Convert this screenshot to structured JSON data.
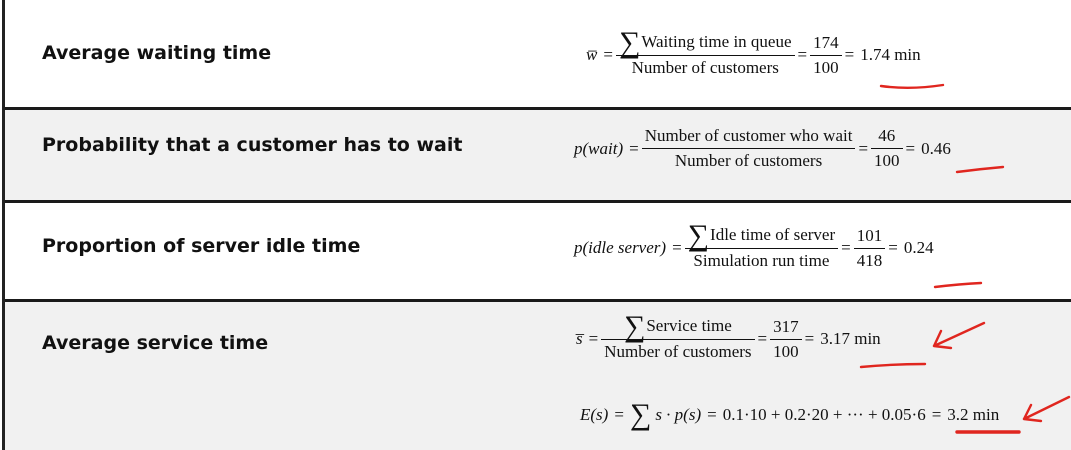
{
  "rows": [
    {
      "label": "Average waiting time",
      "lhs": "w̅",
      "sum": "∑",
      "numerator": "Waiting time in queue",
      "denominator": "Number of customers",
      "num_value": "174",
      "den_value": "100",
      "result": "1.74 min"
    },
    {
      "label": "Probability that a customer has to wait",
      "lhs": "p(wait)",
      "numerator": "Number of customer who wait",
      "denominator": "Number of customers",
      "num_value": "46",
      "den_value": "100",
      "result": "0.46"
    },
    {
      "label": "Proportion of server idle time",
      "lhs": "p(idle server)",
      "sum": "∑",
      "numerator": "Idle time of server",
      "denominator": "Simulation run time",
      "num_value": "101",
      "den_value": "418",
      "result": "0.24"
    },
    {
      "label": "Average service time",
      "lhs": "s̅",
      "sum": "∑",
      "numerator": "Service time",
      "denominator": "Number of customers",
      "num_value": "317",
      "den_value": "100",
      "result": "3.17 min",
      "expectation": {
        "lhs": "E(s)",
        "sum": "∑",
        "term": "s · p(s)",
        "expansion": "0.1·10 + 0.2·20 + ··· + 0.05·6",
        "result": "3.2 min"
      }
    }
  ],
  "symbols": {
    "equals": "="
  },
  "colors": {
    "annotation": "#e0261f",
    "border": "#1a1a1a",
    "shade": "#f1f1f1"
  }
}
